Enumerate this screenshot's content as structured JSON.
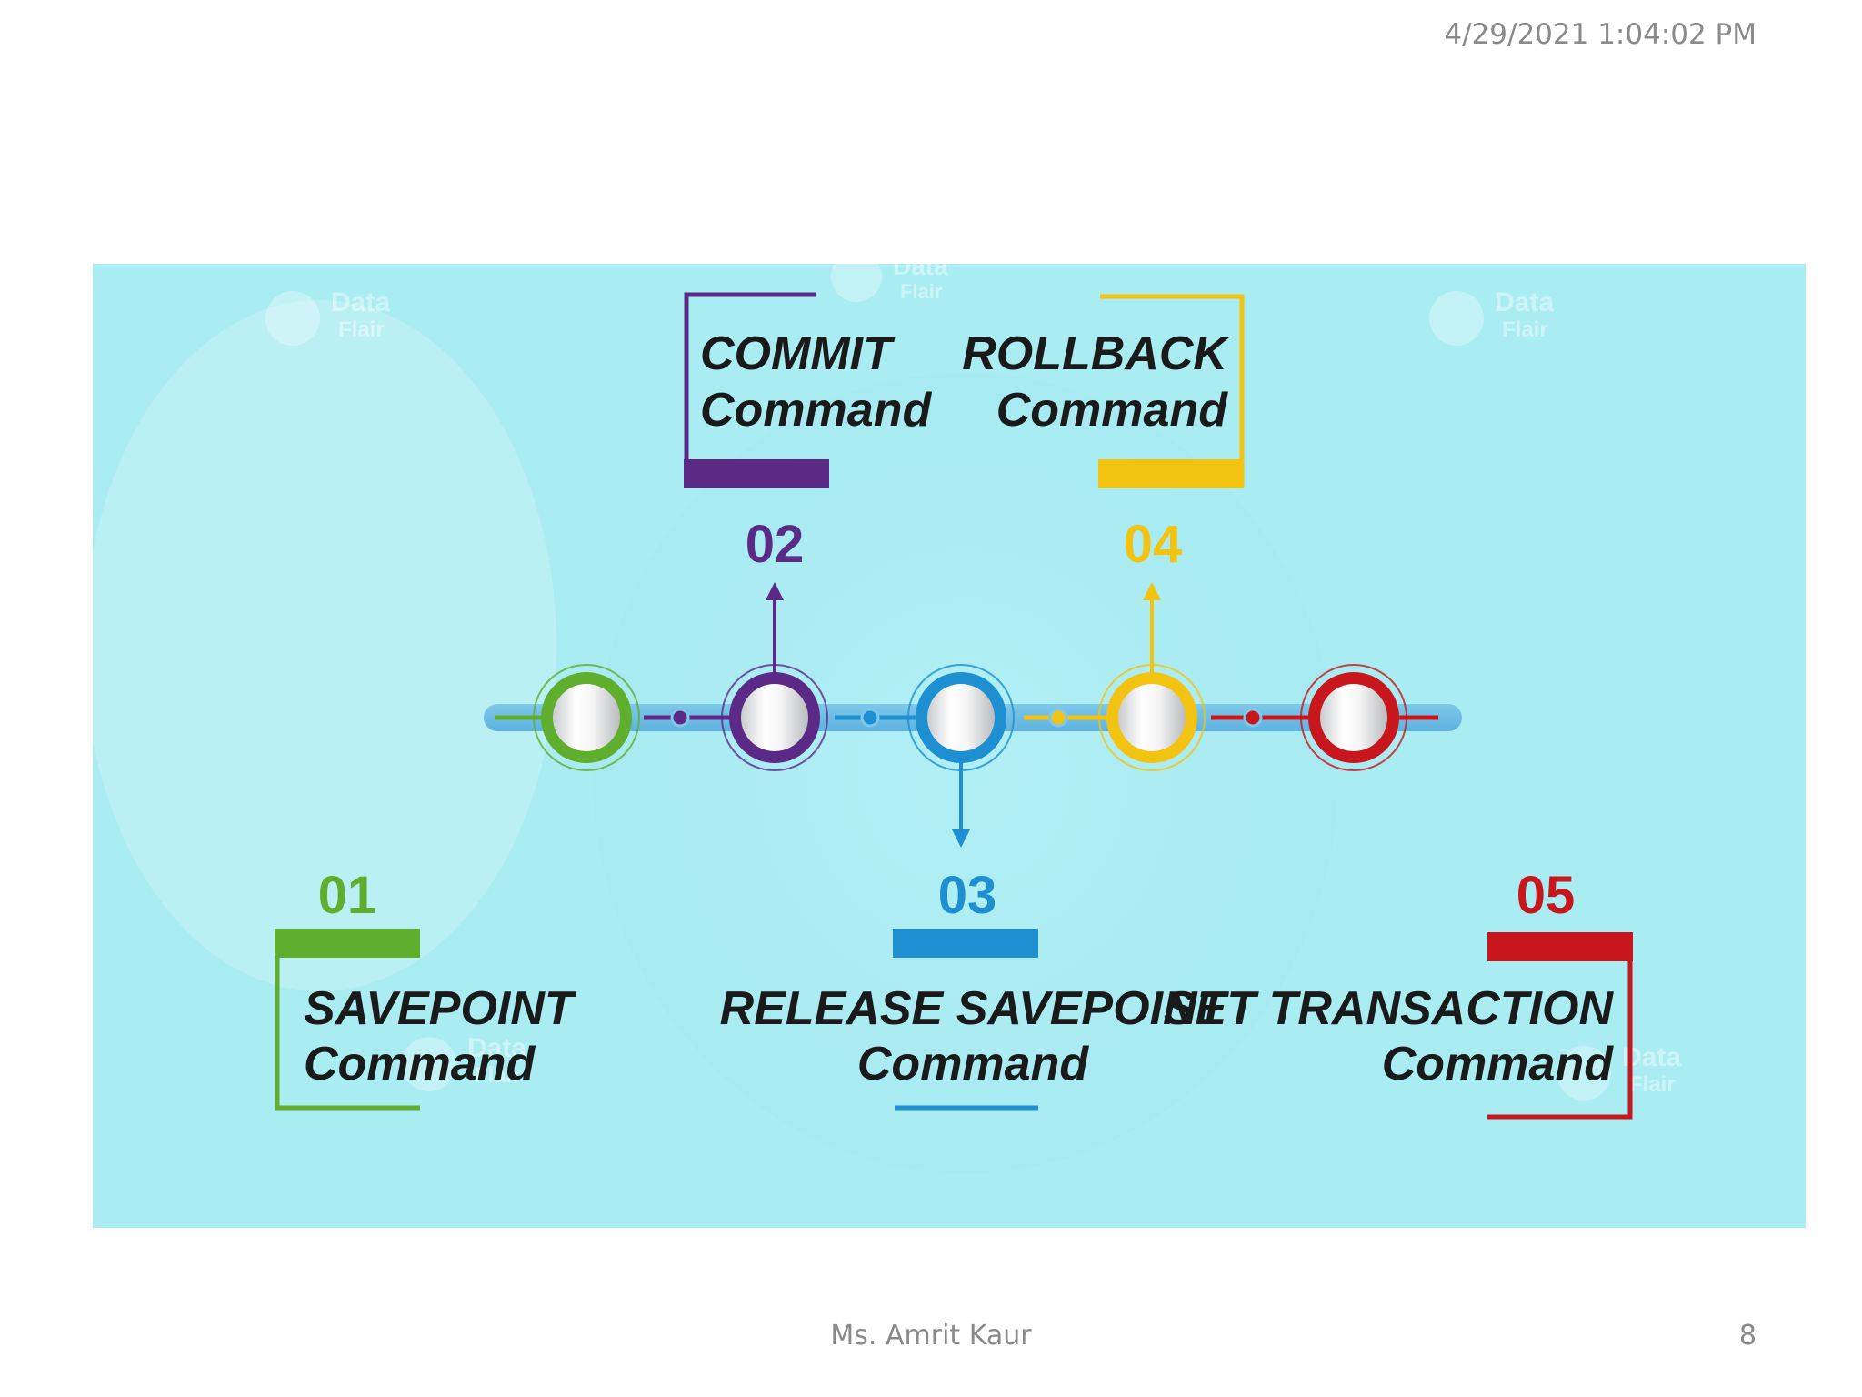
{
  "slide": {
    "date": "4/29/2021 1:04:02 PM",
    "author": "Ms. Amrit Kaur",
    "page_number": "8"
  },
  "watermark": {
    "line1": "Data",
    "line2": "Flair"
  },
  "steps": [
    {
      "number": "01",
      "line1": "SAVEPOINT",
      "line2": "Command",
      "color": "#5fae2e"
    },
    {
      "number": "02",
      "line1": "COMMIT",
      "line2": "Command",
      "color": "#5b2a86"
    },
    {
      "number": "03",
      "line1": "RELEASE SAVEPOINT",
      "line2": "Command",
      "color": "#1e8fd0"
    },
    {
      "number": "04",
      "line1": "ROLLBACK",
      "line2": "Command",
      "color": "#f3c312"
    },
    {
      "number": "05",
      "line1": "SET TRANSACTION",
      "line2": "Command",
      "color": "#c8161d"
    }
  ]
}
